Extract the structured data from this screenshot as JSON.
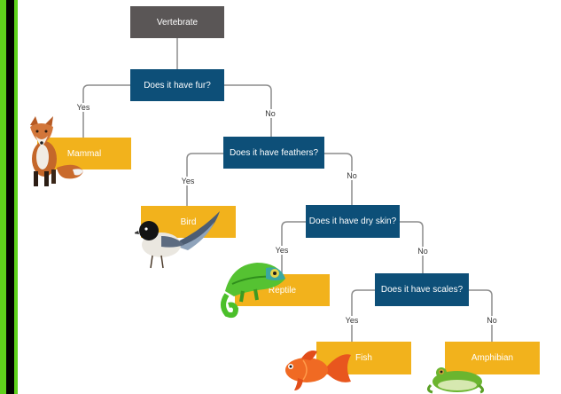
{
  "root": {
    "label": "Vertebrate"
  },
  "questions": {
    "fur": "Does it have fur?",
    "feathers": "Does it have feathers?",
    "dry_skin": "Does it have dry skin?",
    "scales": "Does it have scales?"
  },
  "leaves": {
    "mammal": "Mammal",
    "bird": "Bird",
    "reptile": "Reptile",
    "fish": "Fish",
    "amphibian": "Amphibian"
  },
  "answers": {
    "yes": "Yes",
    "no": "No"
  },
  "colors": {
    "root": "#5a5656",
    "question": "#0d4f78",
    "leaf": "#f2b21c",
    "connector": "#8c8c8c",
    "stripe_green": "#5fd11c",
    "stripe_black": "#000000"
  },
  "pictures": [
    "fox",
    "bird",
    "chameleon",
    "goldfish",
    "frog"
  ]
}
